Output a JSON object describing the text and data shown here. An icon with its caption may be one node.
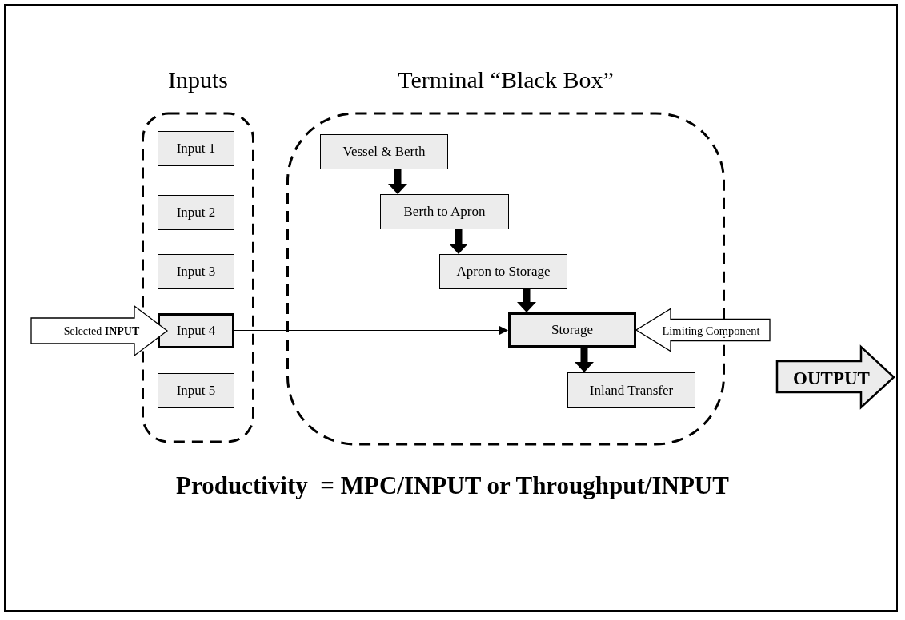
{
  "diagram": {
    "nodes": [
      {
        "text": [
          "Inputs"
        ]
      },
      {
        "text": [
          "Input 1"
        ],
        "in": 0
      },
      {
        "text": [
          "Input 2"
        ],
        "in": 0
      },
      {
        "text": [
          "Input 3"
        ],
        "in": 0
      },
      {
        "text": [
          "Input 4"
        ],
        "in": 0
      },
      {
        "text": [
          "Input 5"
        ],
        "in": 0
      },
      {
        "text": [
          "Terminal “Black Box”"
        ]
      },
      {
        "text": [
          "Vessel & Berth"
        ],
        "in": 6
      },
      {
        "text": [
          "Berth to Apron"
        ],
        "in": 6
      },
      {
        "text": [
          "Apron to Storage"
        ],
        "in": 6
      },
      {
        "text": [
          "Storage"
        ],
        "in": 6
      },
      {
        "text": [
          "Inland Transfer"
        ],
        "in": 6
      },
      {
        "text": [
          "Selected **INPUT**"
        ]
      },
      {
        "text": [
          "OUTPUT"
        ]
      }
    ],
    "edges": [
      {
        "from": 7,
        "to": 8,
        "arrow": "to"
      },
      {
        "from": 8,
        "to": 9,
        "arrow": "to"
      },
      {
        "from": 9,
        "to": 10,
        "arrow": "to"
      },
      {
        "from": 10,
        "to": 11,
        "arrow": "to"
      },
      {
        "from": 4,
        "to": 10,
        "arrow": "to"
      },
      {
        "from": null,
        "to": 10,
        "arrow": "to",
        "label": "Limiting Component"
      }
    ],
    "labels": [
      "Productivity  = MPC/INPUT or Throughput/INPUT"
    ]
  }
}
